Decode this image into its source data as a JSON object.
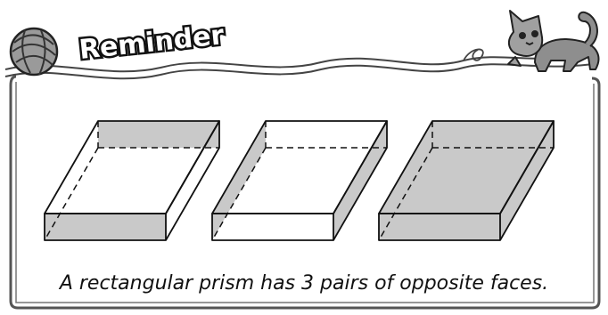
{
  "header": {
    "title": "Reminder",
    "yarn_ball_icon": "yarn-ball-icon",
    "cat_icon": "cat-icon"
  },
  "figures": [
    {
      "name": "prism-top-bottom-shaded",
      "shaded_pair": "top-bottom"
    },
    {
      "name": "prism-left-right-shaded",
      "shaded_pair": "left-right"
    },
    {
      "name": "prism-front-back-shaded",
      "shaded_pair": "front-back"
    }
  ],
  "caption": "A rectangular prism has 3 pairs of opposite faces.",
  "colors": {
    "shade": "#c9c9c9",
    "panel_border": "#555555",
    "outline": "#111111"
  }
}
